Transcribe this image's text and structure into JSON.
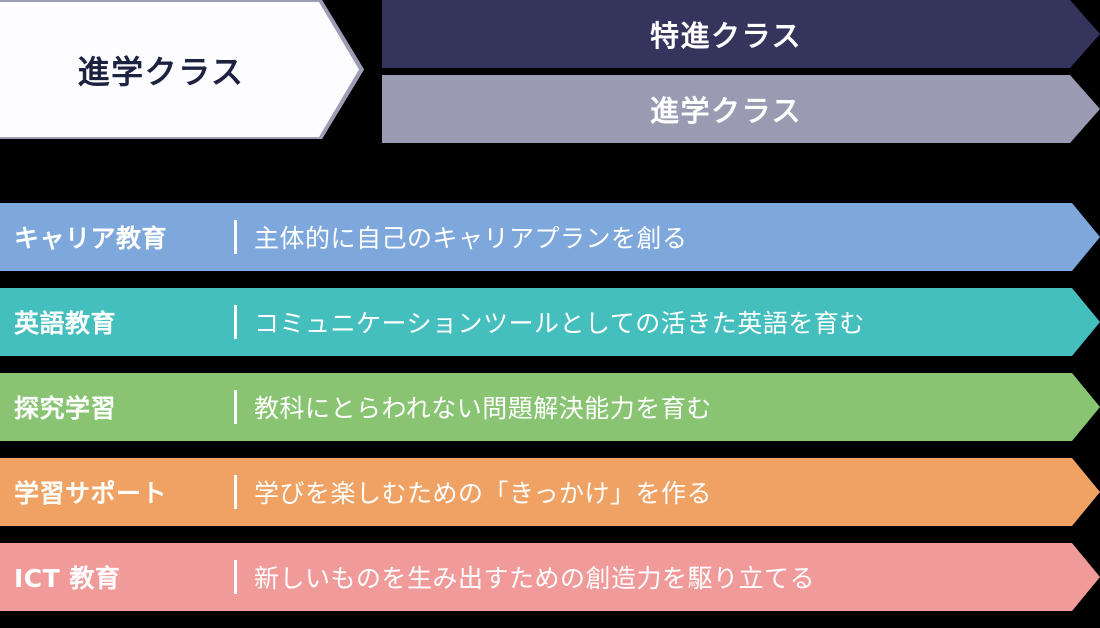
{
  "top": {
    "current_class": {
      "label": "進学クラス"
    },
    "banners": [
      {
        "label": "特進クラス",
        "color": "#34345c"
      },
      {
        "label": "進学クラス",
        "color": "#9a9ab2"
      }
    ]
  },
  "programs": [
    {
      "label": "キャリア教育",
      "description": "主体的に自己のキャリアプランを創る",
      "color": "#7ea8dc"
    },
    {
      "label": "英語教育",
      "description": "コミュニケーションツールとしての活きた英語を育む",
      "color": "#45bebe"
    },
    {
      "label": "探究学習",
      "description": "教科にとらわれない問題解決能力を育む",
      "color": "#89c473"
    },
    {
      "label": "学習サポート",
      "description": "学びを楽しむための「きっかけ」を作る",
      "color": "#f0a164"
    },
    {
      "label": "ICT 教育",
      "description": "新しいものを生み出すための創造力を駆り立てる",
      "color": "#f09a9a"
    }
  ],
  "colors": {
    "background": "#000000",
    "arrow_fill": "#fdfdff",
    "arrow_border": "#9c9cb4",
    "arrow_text": "#1d2240",
    "banner_text": "#ffffff"
  }
}
